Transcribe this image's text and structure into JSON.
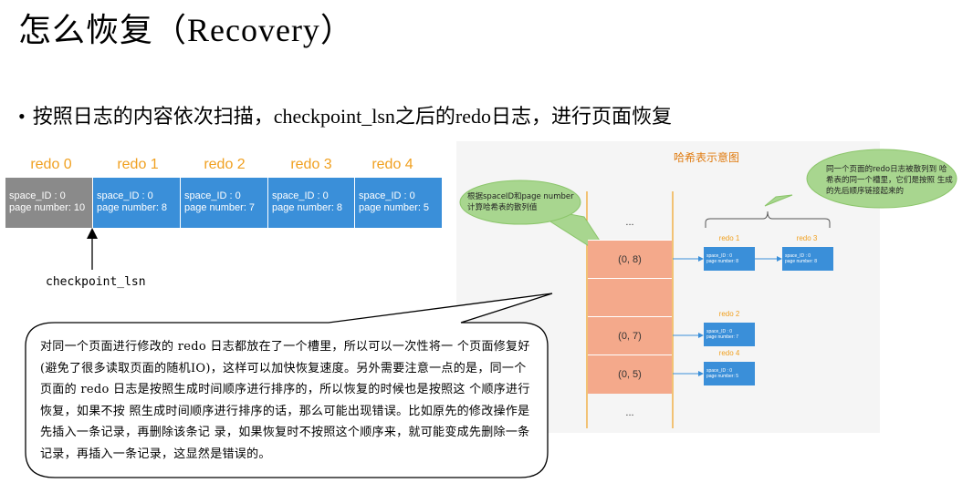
{
  "title": "怎么恢复（Recovery）",
  "bullet": "按照日志的内容依次扫描，checkpoint_lsn之后的redo日志，进行页面恢复",
  "redo_log": {
    "segments": [
      {
        "label": "redo 0",
        "space": "space_ID : 0",
        "page": "page number: 10",
        "color": "#8a8a8a"
      },
      {
        "label": "redo 1",
        "space": "space_ID : 0",
        "page": "page number: 8",
        "color": "#3a8fd9"
      },
      {
        "label": "redo 2",
        "space": "space_ID : 0",
        "page": "page number: 7",
        "color": "#3a8fd9"
      },
      {
        "label": "redo 3",
        "space": "space_ID : 0",
        "page": "page number: 8",
        "color": "#3a8fd9"
      },
      {
        "label": "redo 4",
        "space": "space_ID : 0",
        "page": "page number: 5",
        "color": "#3a8fd9"
      }
    ],
    "checkpoint_label": "checkpoint_lsn"
  },
  "explanation": "对同一个页面进行修改的 redo 日志都放在了一个槽里，所以可以一次性将一 个页面修复好(避免了很多读取页面的随机IO)，这样可以加快恢复速度。另外需要注意一点的是，同一个 页面的 redo 日志是按照生成时间顺序进行排序的，所以恢复的时候也是按照这 个顺序进行恢复，如果不按 照生成时间顺序进行排序的话，那么可能出现错误。比如原先的修改操作是先插入一条记录，再删除该条记 录，如果恢复时不按照这个顺序来，就可能变成先删除一条记录，再插入一条记录，这显然是错误的。",
  "hash_diagram": {
    "title": "哈希表示意图",
    "left_note": "根据spaceID和page number 计算哈希表的散列值",
    "right_note": "同一个页面的redo日志被散列到 哈希表的同一个槽里，它们是按照 生成的先后顺序链接起来的",
    "ellipsis_top": "...",
    "ellipsis_bottom": "...",
    "slots": [
      {
        "label": "(0, 8)"
      },
      {
        "label": ""
      },
      {
        "label": "(0, 7)"
      },
      {
        "label": "(0, 5)"
      }
    ],
    "nodes": [
      {
        "label": "redo 1",
        "space": "space_ID : 0",
        "page": "page number: 8"
      },
      {
        "label": "redo 3",
        "space": "space_ID : 0",
        "page": "page number: 8"
      },
      {
        "label": "redo 2",
        "space": "space_ID : 0",
        "page": "page number: 7"
      },
      {
        "label": "redo 4",
        "space": "space_ID : 0",
        "page": "page number: 5"
      }
    ]
  },
  "colors": {
    "redo_label": "#f0a020",
    "redo_box": "#3a8fd9",
    "redo_box_checkpointed": "#8a8a8a",
    "hash_slot": "#f4a98b",
    "note_bubble": "#a8d68f",
    "hash_title": "#e07b10"
  }
}
